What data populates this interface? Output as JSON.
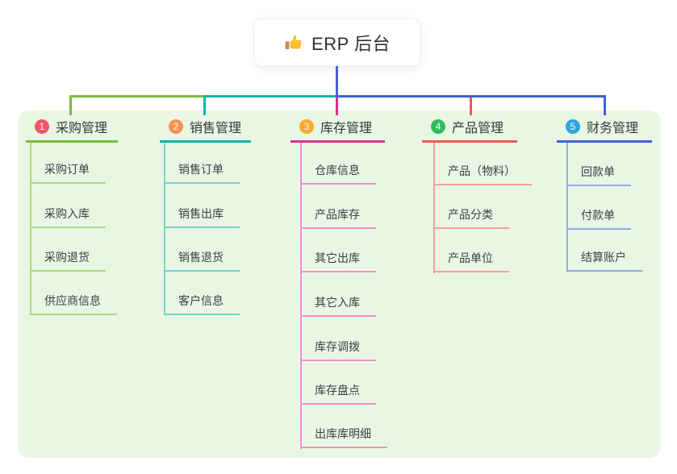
{
  "root": {
    "icon_name": "thumbs-up-icon",
    "label": "ERP 后台"
  },
  "canvas": {
    "background": "#ffffff",
    "panel_color": "#eaf6e4",
    "root_line_color": "#4a62d8"
  },
  "branches": [
    {
      "num": "1",
      "label": "采购管理",
      "badge_color": "#f0566a",
      "line_color": "#7cbb3f",
      "child_color": "#aeda80",
      "children": [
        "采购订单",
        "采购入库",
        "采购退货",
        "供应商信息"
      ]
    },
    {
      "num": "2",
      "label": "销售管理",
      "badge_color": "#f7914e",
      "line_color": "#0cb7a6",
      "child_color": "#72d5c9",
      "children": [
        "销售订单",
        "销售出库",
        "销售退货",
        "客户信息"
      ]
    },
    {
      "num": "3",
      "label": "库存管理",
      "badge_color": "#f7a92a",
      "line_color": "#d8318f",
      "child_color": "#ef93c5",
      "children": [
        "仓库信息",
        "产品库存",
        "其它出库",
        "其它入库",
        "库存调拨",
        "库存盘点",
        "出库库明细"
      ]
    },
    {
      "num": "4",
      "label": "产品管理",
      "badge_color": "#2fbe5f",
      "line_color": "#f2575c",
      "child_color": "#f59f9a",
      "children": [
        "产品（物料）",
        "产品分类",
        "产品单位"
      ]
    },
    {
      "num": "5",
      "label": "财务管理",
      "badge_color": "#2aa6de",
      "line_color": "#3f62d9",
      "child_color": "#92a9e6",
      "children": [
        "回款单",
        "付款单",
        "结算账户"
      ]
    }
  ]
}
